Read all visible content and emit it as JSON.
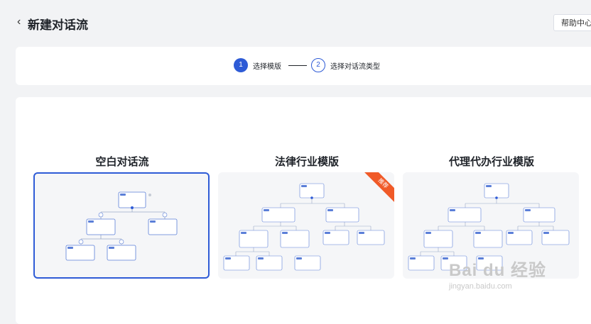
{
  "header": {
    "back_icon": "chevron-left-icon",
    "title": "新建对话流",
    "help_label": "帮助中心"
  },
  "steps": [
    {
      "number": "1",
      "label": "选择模版",
      "state": "active"
    },
    {
      "number": "2",
      "label": "选择对话流类型",
      "state": "inactive"
    }
  ],
  "templates": [
    {
      "title": "空白对话流",
      "selected": true,
      "badge": ""
    },
    {
      "title": "法律行业模版",
      "selected": false,
      "badge": "推荐"
    },
    {
      "title": "代理代办行业模版",
      "selected": false,
      "badge": ""
    }
  ],
  "watermark": {
    "main": "Bai du 经验",
    "sub": "jingyan.baidu.com"
  },
  "colors": {
    "accent": "#2e5bd6",
    "badge": "#f05a28",
    "background": "#f2f3f5"
  }
}
